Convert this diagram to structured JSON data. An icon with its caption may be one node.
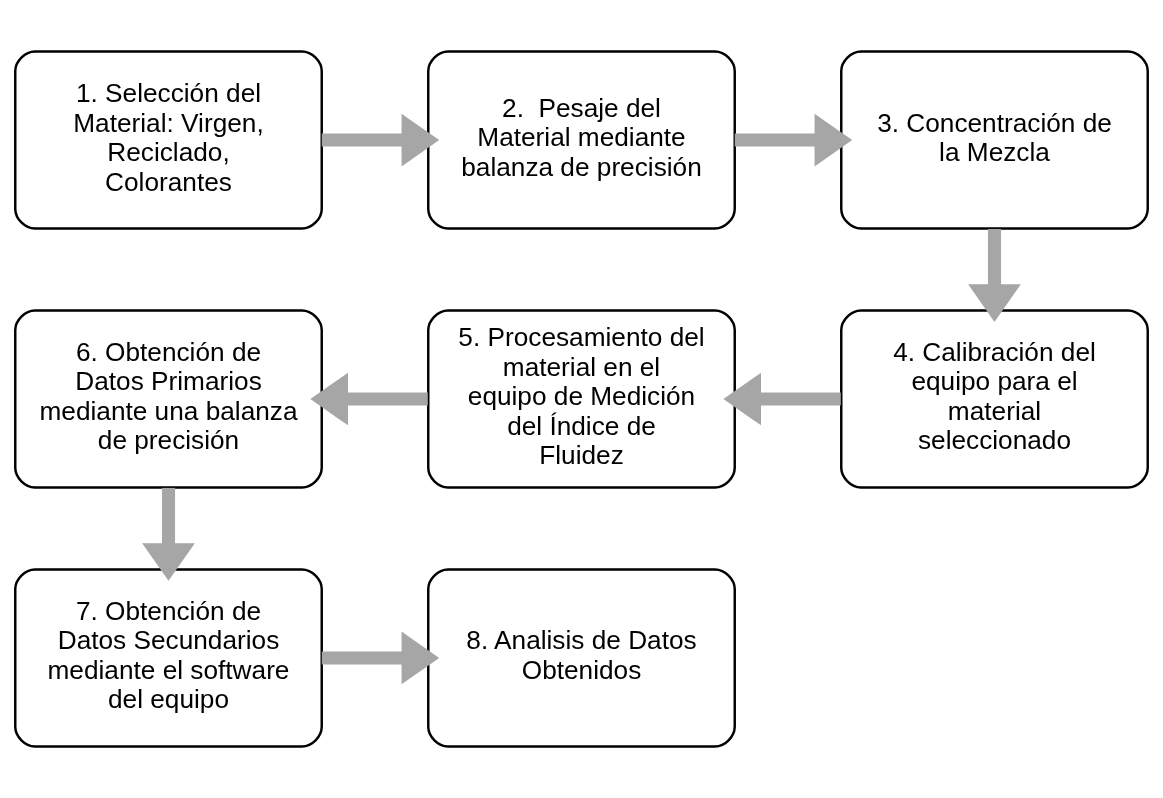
{
  "diagram": {
    "nodes": [
      {
        "text": [
          "1. Selección del Material: Virgen, Reciclado, Colorantes"
        ]
      },
      {
        "text": [
          "2.  Pesaje del Material mediante balanza de precisión"
        ]
      },
      {
        "text": [
          "3. Concentración de la Mezcla"
        ]
      },
      {
        "text": [
          "4. Calibración del equipo para el material seleccionado"
        ]
      },
      {
        "text": [
          "5. Procesamiento del material en el equipo de Medición del Índice de Fluidez"
        ]
      },
      {
        "text": [
          "6. Obtención de Datos Primarios mediante una balanza de precisión"
        ]
      },
      {
        "text": [
          "7. Obtención de Datos Secundarios mediante el software del equipo"
        ]
      },
      {
        "text": [
          "8. Analisis de Datos Obtenidos"
        ]
      }
    ],
    "edges": [
      {
        "from": 0,
        "to": 1,
        "arrow": "to"
      },
      {
        "from": 1,
        "to": 2,
        "arrow": "to"
      },
      {
        "from": 2,
        "to": 3,
        "arrow": "to"
      },
      {
        "from": 3,
        "to": 4,
        "arrow": "to"
      },
      {
        "from": 4,
        "to": 5,
        "arrow": "to"
      },
      {
        "from": 5,
        "to": 6,
        "arrow": "to"
      },
      {
        "from": 6,
        "to": 7,
        "arrow": "to"
      }
    ]
  }
}
